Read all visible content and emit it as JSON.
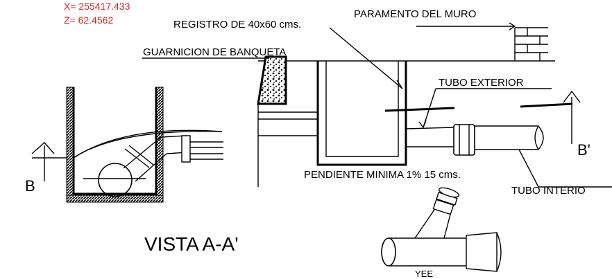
{
  "coords": {
    "x": "X= 255417.433",
    "z": "Z= 62.4562"
  },
  "labels": {
    "registro": "REGISTRO DE 40x60 cms.",
    "paramento": "PARAMENTO DEL MURO",
    "guarnicion": "GUARNICION DE BANQUETA",
    "tubo_exterior": "TUBO EXTERIOR",
    "tubo_interior": "TUBO INTERIO",
    "pendiente": "PENDIENTE MINIMA 1% 15 cms.",
    "vista": "VISTA  A-A'",
    "yee": "YEE",
    "section_b": "B",
    "section_b_prime": "B'"
  }
}
